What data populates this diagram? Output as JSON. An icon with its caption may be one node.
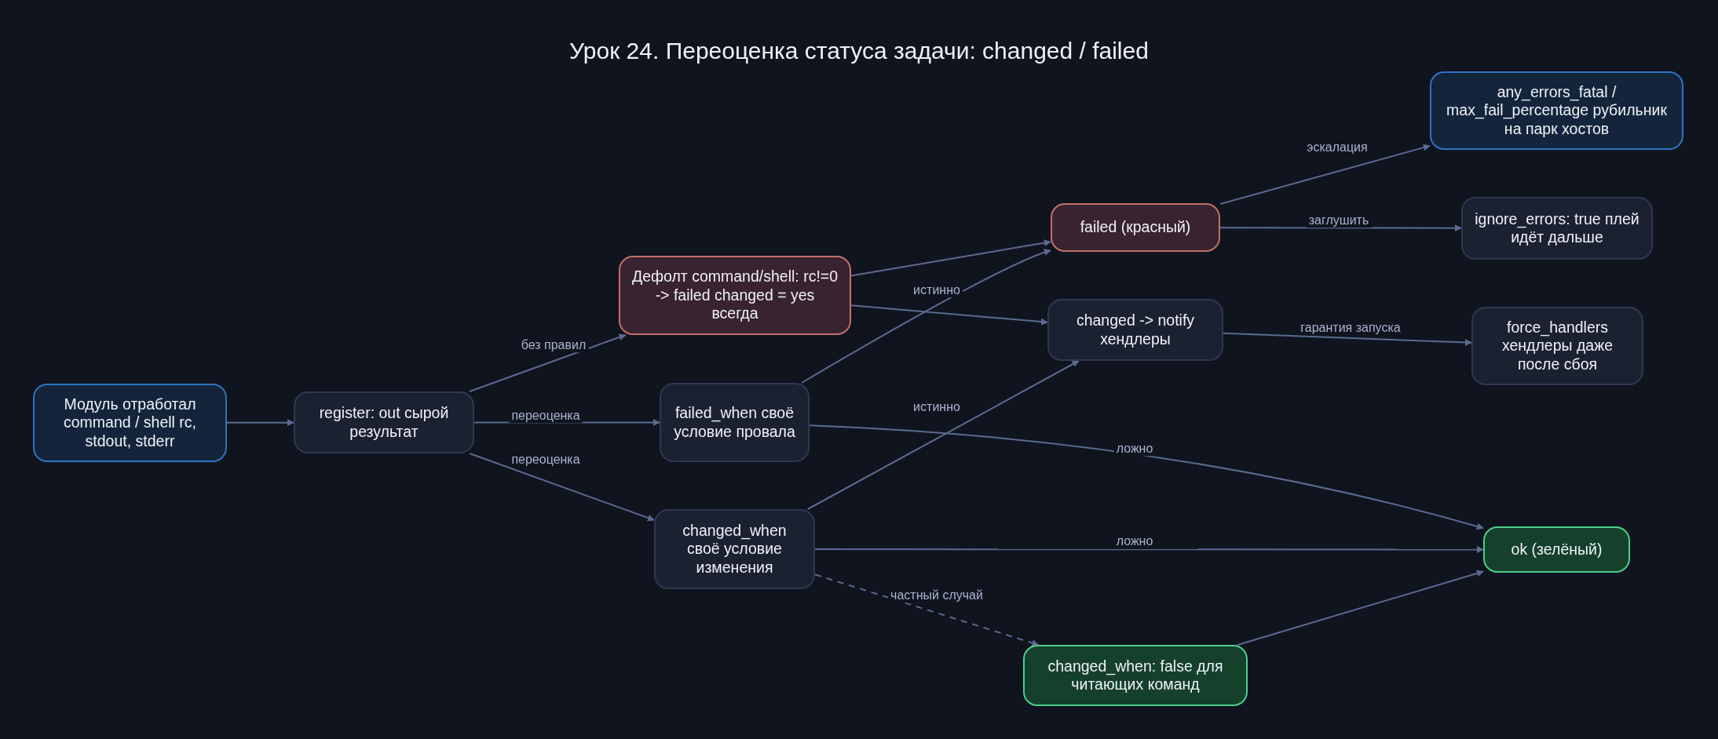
{
  "diagram": {
    "title": "Урок 24. Переоценка статуса задачи: changed / failed",
    "nodes": [
      {
        "text": [
          "Модуль отработал command / shell rc, stdout, stderr"
        ]
      },
      {
        "text": [
          "register: out сырой результат"
        ]
      },
      {
        "text": [
          "Дефолт command/shell: rc!=0 -> failed changed = yes всегда"
        ]
      },
      {
        "text": [
          "failed_when своё условие провала"
        ]
      },
      {
        "text": [
          "changed_when своё условие изменения"
        ]
      },
      {
        "text": [
          "failed (красный)"
        ]
      },
      {
        "text": [
          "changed -> notify хендлеры"
        ]
      },
      {
        "text": [
          "changed_when: false для читающих команд"
        ]
      },
      {
        "text": [
          "any_errors_fatal / max_fail_percentage рубильник на парк хостов"
        ]
      },
      {
        "text": [
          "ignore_errors: true плей идёт дальше"
        ]
      },
      {
        "text": [
          "force_handlers хендлеры даже после сбоя"
        ]
      },
      {
        "text": [
          "ok (зелёный)"
        ]
      }
    ],
    "edges": [
      {
        "from": 0,
        "to": 1,
        "arrow": "to"
      },
      {
        "from": 1,
        "to": 2,
        "arrow": "to",
        "label": "без правил"
      },
      {
        "from": 1,
        "to": 3,
        "arrow": "to",
        "label": "переоценка"
      },
      {
        "from": 1,
        "to": 4,
        "arrow": "to",
        "label": "переоценка"
      },
      {
        "from": 2,
        "to": 5,
        "arrow": "to"
      },
      {
        "from": 2,
        "to": 6,
        "arrow": "to"
      },
      {
        "from": 3,
        "to": 5,
        "arrow": "to",
        "label": "истинно"
      },
      {
        "from": 3,
        "to": 11,
        "arrow": "to",
        "label": "ложно"
      },
      {
        "from": 4,
        "to": 6,
        "arrow": "to",
        "label": "истинно"
      },
      {
        "from": 4,
        "to": 11,
        "arrow": "to",
        "label": "ложно"
      },
      {
        "from": 4,
        "to": 7,
        "arrow": "to",
        "label": "частный случай",
        "style": "dashed"
      },
      {
        "from": 7,
        "to": 11,
        "arrow": "to"
      },
      {
        "from": 5,
        "to": 8,
        "arrow": "to",
        "label": "эскалация"
      },
      {
        "from": 5,
        "to": 9,
        "arrow": "to",
        "label": "заглушить"
      },
      {
        "from": 6,
        "to": 10,
        "arrow": "to",
        "label": "гарантия запуска"
      }
    ]
  }
}
